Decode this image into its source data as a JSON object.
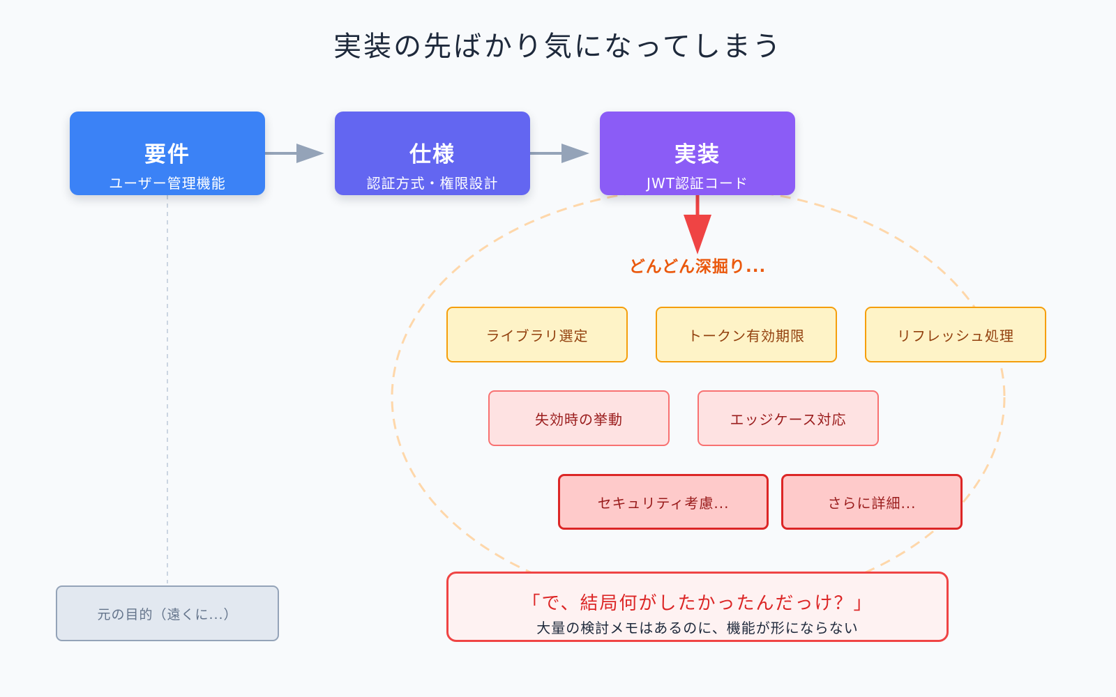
{
  "title": "実装の先ばかり気になってしまう",
  "stages": [
    {
      "title": "要件",
      "subtitle": "ユーザー管理機能",
      "color": "#3b82f6"
    },
    {
      "title": "仕様",
      "subtitle": "認証方式・権限設計",
      "color": "#6366f1"
    },
    {
      "title": "実装",
      "subtitle": "JWT認証コード",
      "color": "#8b5cf6"
    }
  ],
  "drill_label": "どんどん深掘り...",
  "details": {
    "level1": [
      "ライブラリ選定",
      "トークン有効期限",
      "リフレッシュ処理"
    ],
    "level2": [
      "失効時の挙動",
      "エッジケース対応"
    ],
    "level3": [
      "セキュリティ考慮...",
      "さらに詳細..."
    ]
  },
  "origin": "元の目的（遠くに...）",
  "conclusion": {
    "quote": "「で、結局何がしたかったんだっけ？」",
    "note": "大量の検討メモはあるのに、機能が形にならない"
  },
  "colors": {
    "arrow": "#94a3b8",
    "drill_arrow": "#ef4444",
    "rabbit_hole": "#fed7aa",
    "background": "#f8fafc"
  }
}
